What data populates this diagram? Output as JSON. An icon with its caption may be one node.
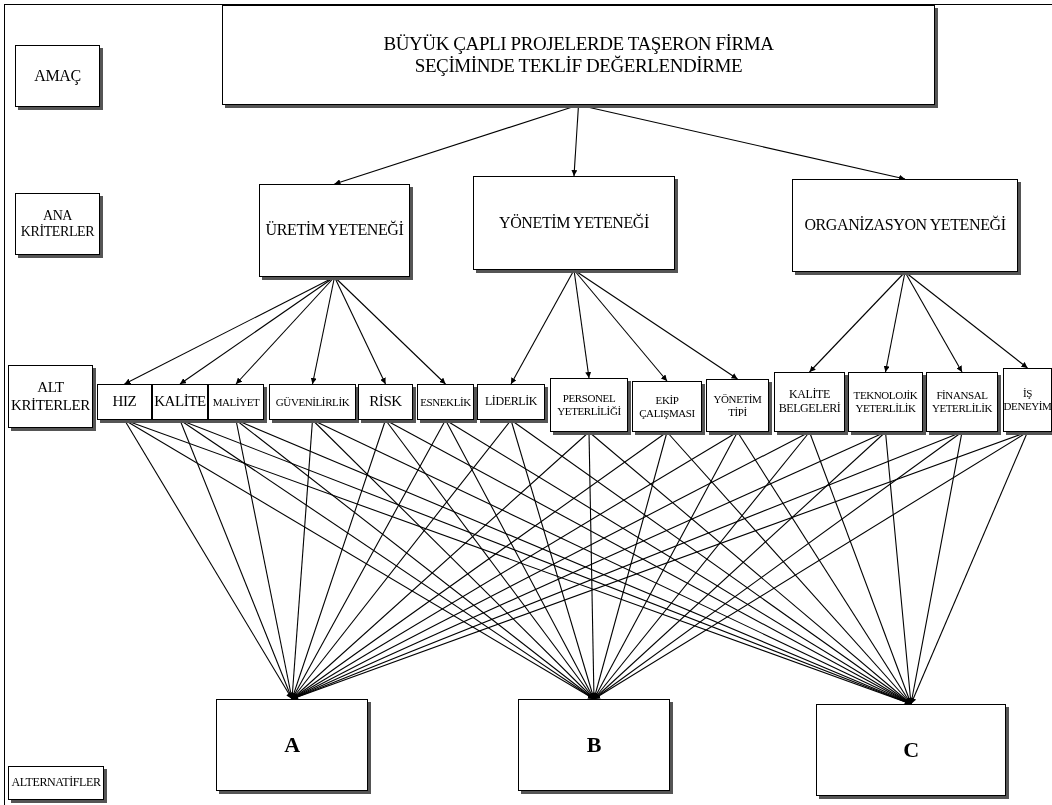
{
  "diagram": {
    "nodes": [
      {
        "text": [
          "BÜYÜK ÇAPLI PROJELERDE TAŞERON FİRMA SEÇİMİNDE TEKLİF DEĞERLENDİRME"
        ]
      },
      {
        "text": [
          "ÜRETİM YETENEĞİ"
        ]
      },
      {
        "text": [
          "YÖNETİM YETENEĞİ"
        ]
      },
      {
        "text": [
          "ORGANİZASYON YETENEĞİ"
        ]
      },
      {
        "text": [
          "HIZ"
        ]
      },
      {
        "text": [
          "KALİTE"
        ]
      },
      {
        "text": [
          "MALİYET"
        ]
      },
      {
        "text": [
          "GÜVENİLİRLİK"
        ]
      },
      {
        "text": [
          "RİSK"
        ]
      },
      {
        "text": [
          "ESNEKLİK"
        ]
      },
      {
        "text": [
          "LİDERLİK"
        ]
      },
      {
        "text": [
          "PERSONEL YETERLİLİĞİ"
        ]
      },
      {
        "text": [
          "EKİP ÇALIŞMASI"
        ]
      },
      {
        "text": [
          "YÖNETİM TİPİ"
        ]
      },
      {
        "text": [
          "KALİTE BELGELERİ"
        ]
      },
      {
        "text": [
          "TEKNOLOJİK YETERLİLİK"
        ]
      },
      {
        "text": [
          "FİNANSAL YETERLİLİK"
        ]
      },
      {
        "text": [
          "İŞ DENEYİM"
        ]
      },
      {
        "text": [
          "A"
        ]
      },
      {
        "text": [
          "B"
        ]
      },
      {
        "text": [
          "C"
        ]
      },
      {
        "text": [
          "AMAÇ"
        ]
      },
      {
        "text": [
          "ANA KRİTERLER"
        ]
      },
      {
        "text": [
          "ALT KRİTERLER"
        ]
      },
      {
        "text": [
          "ALTERNATİFLER"
        ]
      }
    ],
    "edges": [
      {
        "from": 0,
        "to": 1,
        "arrow": "to"
      },
      {
        "from": 0,
        "to": 2,
        "arrow": "to"
      },
      {
        "from": 0,
        "to": 3,
        "arrow": "to"
      },
      {
        "from": 1,
        "to": 4,
        "arrow": "to"
      },
      {
        "from": 1,
        "to": 5,
        "arrow": "to"
      },
      {
        "from": 1,
        "to": 6,
        "arrow": "to"
      },
      {
        "from": 1,
        "to": 7,
        "arrow": "to"
      },
      {
        "from": 1,
        "to": 8,
        "arrow": "to"
      },
      {
        "from": 1,
        "to": 9,
        "arrow": "to"
      },
      {
        "from": 2,
        "to": 10,
        "arrow": "to"
      },
      {
        "from": 2,
        "to": 11,
        "arrow": "to"
      },
      {
        "from": 2,
        "to": 12,
        "arrow": "to"
      },
      {
        "from": 2,
        "to": 13,
        "arrow": "to"
      },
      {
        "from": 3,
        "to": 14,
        "arrow": "to"
      },
      {
        "from": 3,
        "to": 15,
        "arrow": "to"
      },
      {
        "from": 3,
        "to": 16,
        "arrow": "to"
      },
      {
        "from": 3,
        "to": 17,
        "arrow": "to"
      },
      {
        "from": 4,
        "to": 18,
        "arrow": "to"
      },
      {
        "from": 4,
        "to": 19,
        "arrow": "to"
      },
      {
        "from": 4,
        "to": 20,
        "arrow": "to"
      },
      {
        "from": 5,
        "to": 18,
        "arrow": "to"
      },
      {
        "from": 5,
        "to": 19,
        "arrow": "to"
      },
      {
        "from": 5,
        "to": 20,
        "arrow": "to"
      },
      {
        "from": 6,
        "to": 18,
        "arrow": "to"
      },
      {
        "from": 6,
        "to": 19,
        "arrow": "to"
      },
      {
        "from": 6,
        "to": 20,
        "arrow": "to"
      },
      {
        "from": 7,
        "to": 18,
        "arrow": "to"
      },
      {
        "from": 7,
        "to": 19,
        "arrow": "to"
      },
      {
        "from": 7,
        "to": 20,
        "arrow": "to"
      },
      {
        "from": 8,
        "to": 18,
        "arrow": "to"
      },
      {
        "from": 8,
        "to": 19,
        "arrow": "to"
      },
      {
        "from": 8,
        "to": 20,
        "arrow": "to"
      },
      {
        "from": 9,
        "to": 18,
        "arrow": "to"
      },
      {
        "from": 9,
        "to": 19,
        "arrow": "to"
      },
      {
        "from": 9,
        "to": 20,
        "arrow": "to"
      },
      {
        "from": 10,
        "to": 18,
        "arrow": "to"
      },
      {
        "from": 10,
        "to": 19,
        "arrow": "to"
      },
      {
        "from": 10,
        "to": 20,
        "arrow": "to"
      },
      {
        "from": 11,
        "to": 18,
        "arrow": "to"
      },
      {
        "from": 11,
        "to": 19,
        "arrow": "to"
      },
      {
        "from": 11,
        "to": 20,
        "arrow": "to"
      },
      {
        "from": 12,
        "to": 18,
        "arrow": "to"
      },
      {
        "from": 12,
        "to": 19,
        "arrow": "to"
      },
      {
        "from": 12,
        "to": 20,
        "arrow": "to"
      },
      {
        "from": 13,
        "to": 18,
        "arrow": "to"
      },
      {
        "from": 13,
        "to": 19,
        "arrow": "to"
      },
      {
        "from": 13,
        "to": 20,
        "arrow": "to"
      },
      {
        "from": 14,
        "to": 18,
        "arrow": "to"
      },
      {
        "from": 14,
        "to": 19,
        "arrow": "to"
      },
      {
        "from": 14,
        "to": 20,
        "arrow": "to"
      },
      {
        "from": 15,
        "to": 18,
        "arrow": "to"
      },
      {
        "from": 15,
        "to": 19,
        "arrow": "to"
      },
      {
        "from": 15,
        "to": 20,
        "arrow": "to"
      },
      {
        "from": 16,
        "to": 18,
        "arrow": "to"
      },
      {
        "from": 16,
        "to": 19,
        "arrow": "to"
      },
      {
        "from": 16,
        "to": 20,
        "arrow": "to"
      },
      {
        "from": 17,
        "to": 18,
        "arrow": "to"
      },
      {
        "from": 17,
        "to": 19,
        "arrow": "to"
      },
      {
        "from": 17,
        "to": 20,
        "arrow": "to"
      }
    ]
  }
}
